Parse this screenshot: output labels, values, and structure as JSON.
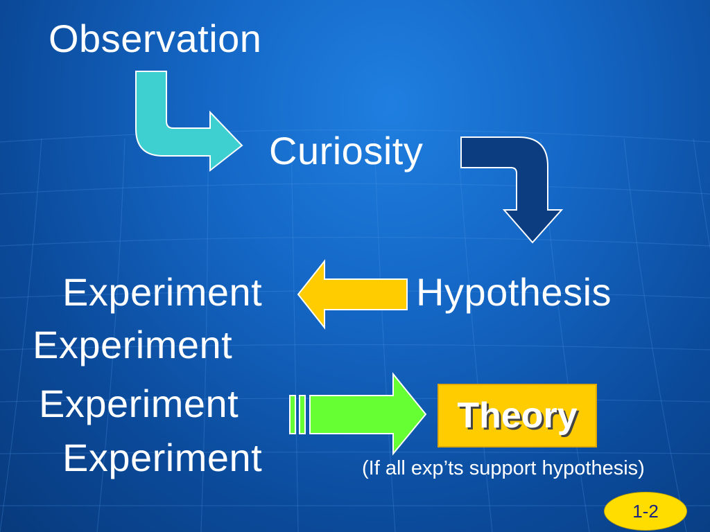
{
  "diagram": {
    "nodes": {
      "observation": "Observation",
      "curiosity": "Curiosity",
      "hypothesis": "Hypothesis",
      "experiments": [
        "Experiment",
        "Experiment",
        "Experiment",
        "Experiment"
      ],
      "theory": "Theory"
    },
    "condition_note": "(If all exp’ts support hypothesis)",
    "flow": [
      {
        "from": "Observation",
        "to": "Curiosity",
        "arrow_color": "#3ecfd0"
      },
      {
        "from": "Curiosity",
        "to": "Hypothesis",
        "arrow_color": "#0b3d80"
      },
      {
        "from": "Hypothesis",
        "to": "Experiment",
        "arrow_color": "#ffcc00"
      },
      {
        "from": "Experiment",
        "to": "Theory",
        "arrow_color": "#66ff33"
      }
    ]
  },
  "slide_number": "1-2",
  "colors": {
    "background": "#1466c4",
    "text": "#ffffff",
    "theory_box": "#ffcc00",
    "badge": "#ffdd00"
  }
}
